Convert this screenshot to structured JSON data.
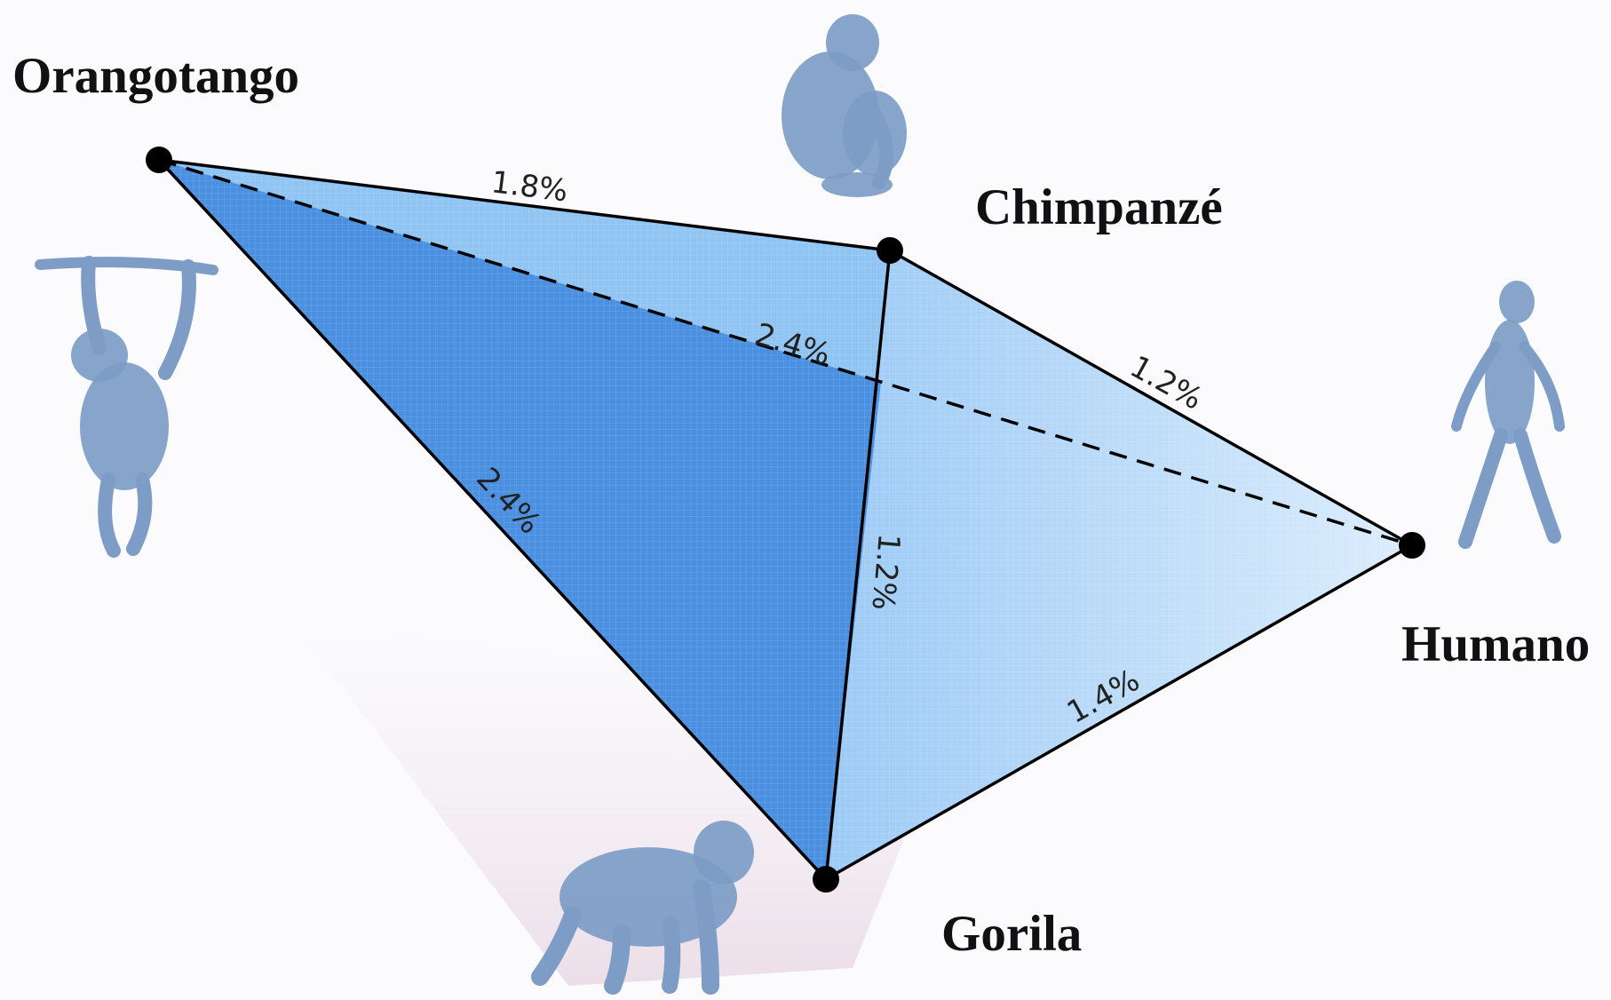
{
  "species": {
    "orangutan": "Orangotango",
    "chimpanzee": "Chimpanzé",
    "human": "Humano",
    "gorilla": "Gorila"
  },
  "distances": {
    "orangutan_chimpanzee": "1.8%",
    "orangutan_human": "2.4%",
    "orangutan_gorilla": "2.4%",
    "chimpanzee_human": "1.2%",
    "chimpanzee_gorilla": "1.2%",
    "gorilla_human": "1.4%"
  },
  "colors": {
    "face_dark": "#4a8fe0",
    "face_mid": "#8cc2f4",
    "face_light": "#b7dbf8",
    "edge": "#000000",
    "silhouette": "#7d9cc6"
  },
  "icons": [
    "orangutan-figure-icon",
    "chimpanzee-figure-icon",
    "human-figure-icon",
    "gorilla-figure-icon"
  ]
}
